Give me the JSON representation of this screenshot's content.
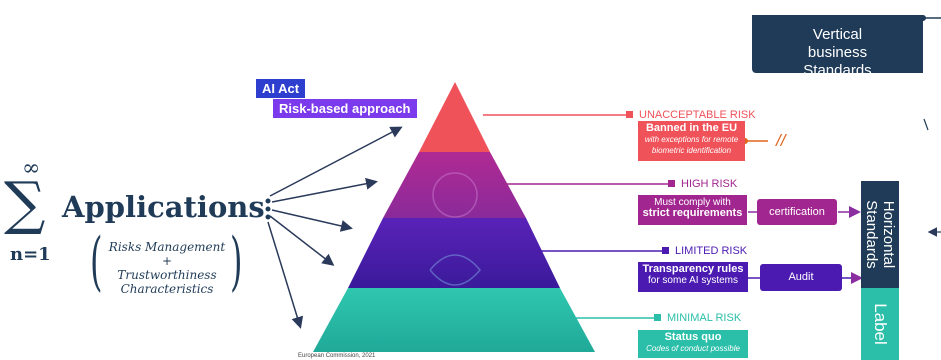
{
  "header": {
    "vertical_standards": "Vertical business Standards"
  },
  "tags": {
    "ai_act": "AI Act",
    "risk_based": "Risk-based approach"
  },
  "formula": {
    "upper": "∞",
    "sigma": "∑",
    "lower": "n=1",
    "applications": "Applications",
    "line1": "Risks Management",
    "plus": "+",
    "line2": "Trustworthiness",
    "line3": "Characteristics"
  },
  "risks": {
    "unacceptable": {
      "label": "UNACCEPTABLE RISK",
      "box_title": "Banned in the EU",
      "box_sub": "with exceptions for remote biometric identification",
      "mark": "//"
    },
    "high": {
      "label": "HIGH RISK",
      "box_line1": "Must comply with",
      "box_line2": "strict requirements",
      "action": "certification"
    },
    "limited": {
      "label": "LIMITED RISK",
      "box_line1": "Transparency rules",
      "box_line2": "for some AI systems",
      "action": "Audit"
    },
    "minimal": {
      "label": "MINIMAL RISK",
      "box_title": "Status quo",
      "box_sub": "Codes of conduct possible"
    }
  },
  "side": {
    "horizontal": "Horizontal Standards",
    "label": "Label"
  },
  "source": "European Commission, 2021",
  "colors": {
    "navy": "#1f3b57",
    "unacceptable": "#f0525a",
    "high": "#a2268f",
    "limited": "#4b1ab1",
    "minimal": "#2bbfa9",
    "tag_blue": "#2e3fd0",
    "tag_purple": "#7c3aed"
  }
}
